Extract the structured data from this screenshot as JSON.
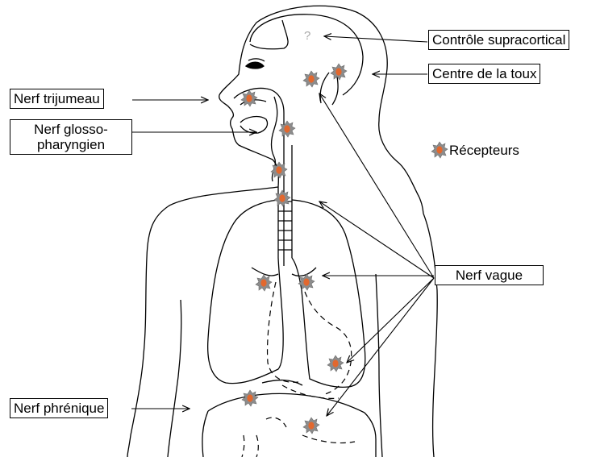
{
  "labels": {
    "supracortical": "Contrôle supracortical",
    "centre_toux": "Centre de la toux",
    "trijumeau": "Nerf trijumeau",
    "glosso_line1": "Nerf glosso-",
    "glosso_line2": "pharyngien",
    "vague": "Nerf vague",
    "phrenique": "Nerf phrénique",
    "recepteurs": "Récepteurs"
  },
  "brain_mark": "?",
  "colors": {
    "line": "#000000",
    "receptor_outer": "#8c8c8c",
    "receptor_core": "#e2682e",
    "question_mark": "#a8a8a8"
  }
}
